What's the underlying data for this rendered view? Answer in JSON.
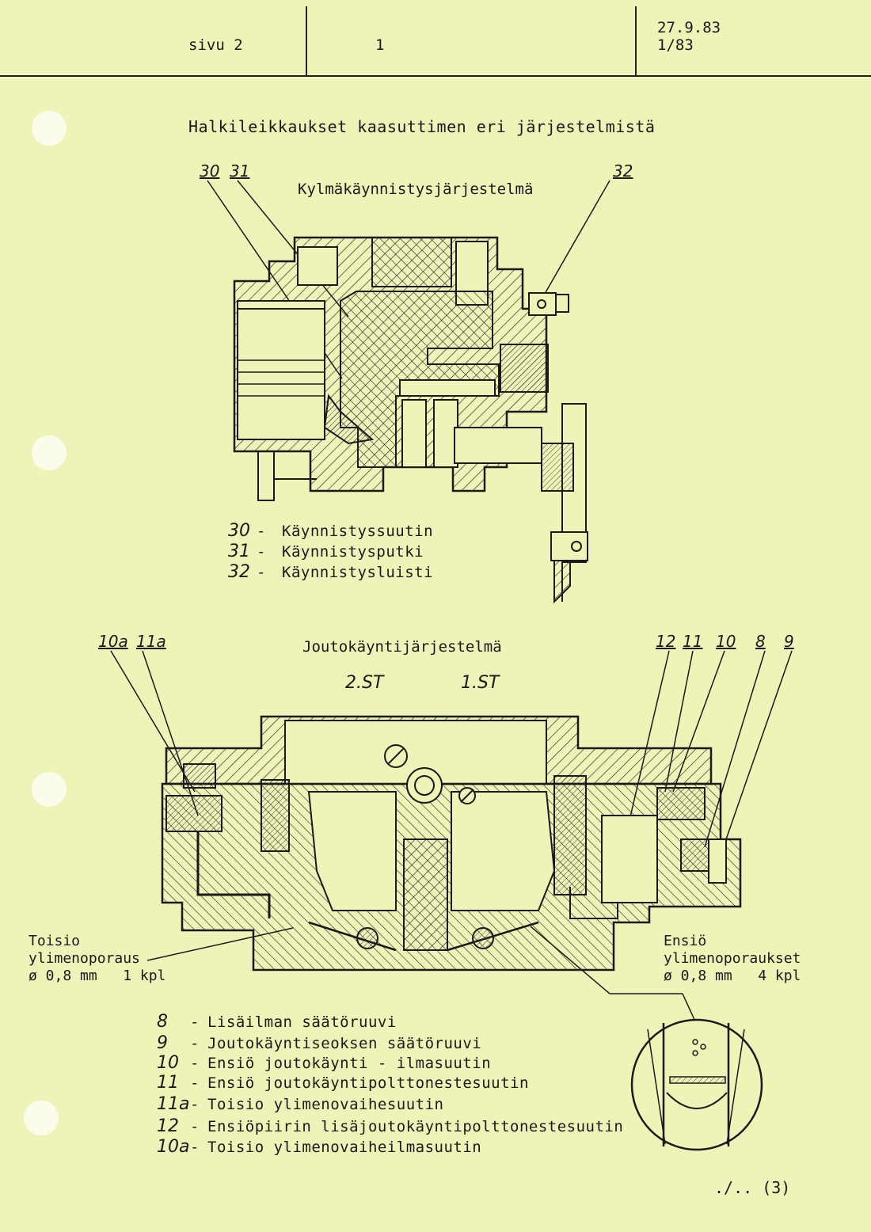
{
  "header": {
    "page_label": "sivu 2",
    "section_number": "1",
    "date": "27.9.83",
    "issue": "1/83"
  },
  "title": "Halkileikkaukset kaasuttimen eri järjestelmistä",
  "cold_start": {
    "subtitle": "Kylmäkäynnistysjärjestelmä",
    "callouts": [
      "30",
      "31",
      "32"
    ],
    "legend": [
      {
        "num": "30",
        "dash": "-",
        "text": "Käynnistyssuutin"
      },
      {
        "num": "31",
        "dash": "-",
        "text": "Käynnistysputki"
      },
      {
        "num": "32",
        "dash": "-",
        "text": "Käynnistysluisti"
      }
    ]
  },
  "idle": {
    "subtitle": "Joutokäyntijärjestelmä",
    "stage_labels": [
      "2.ST",
      "1.ST"
    ],
    "callouts_left": [
      "10a",
      "11a"
    ],
    "callouts_right": [
      "12",
      "11",
      "10",
      "8",
      "9"
    ],
    "left_note": [
      "Toisio",
      "ylimenoporaus",
      "ø 0,8 mm   1 kpl"
    ],
    "right_note": [
      "Ensiö",
      "ylimenoporaukset",
      "ø 0,8 mm   4 kpl"
    ],
    "legend": [
      {
        "num": "8",
        "dash": "-",
        "text": "Lisäilman säätöruuvi"
      },
      {
        "num": "9",
        "dash": "-",
        "text": "Joutokäyntiseoksen säätöruuvi"
      },
      {
        "num": "10",
        "dash": "-",
        "text": "Ensiö joutokäynti - ilmasuutin"
      },
      {
        "num": "11",
        "dash": "-",
        "text": "Ensiö joutokäyntipolttonestesuutin"
      },
      {
        "num": "11a",
        "dash": "-",
        "text": "Toisio ylimenovaihesuutin"
      },
      {
        "num": "12",
        "dash": "-",
        "text": "Ensiöpiirin lisäjoutokäyntipolttonestesuutin"
      },
      {
        "num": "10a",
        "dash": "-",
        "text": "Toisio ylimenovaiheilmasuutin"
      }
    ]
  },
  "footer": {
    "continuation": "./.. (3)"
  },
  "colors": {
    "paper": "#eef3b8",
    "ink": "#1a1a1a"
  }
}
